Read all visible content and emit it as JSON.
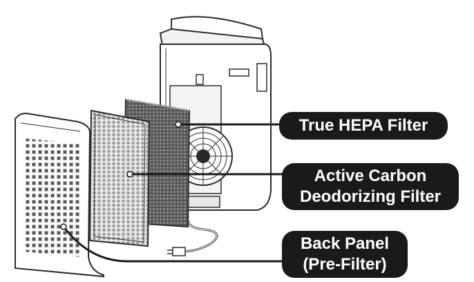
{
  "callouts": {
    "hepa": {
      "line1": "True HEPA Filter"
    },
    "carbon": {
      "line1": "Active Carbon",
      "line2": "Deodorizing Filter"
    },
    "back": {
      "line1": "Back Panel",
      "line2": "(Pre-Filter)"
    }
  },
  "colors": {
    "label_bg": "#1a1a1a",
    "label_text": "#ffffff",
    "line": "#1a1a1a",
    "outline": "#2a2a2a",
    "body_fill": "#ffffff",
    "carbon_fill": "#bdbdbd",
    "hepa_fill": "#4a4a4a"
  }
}
